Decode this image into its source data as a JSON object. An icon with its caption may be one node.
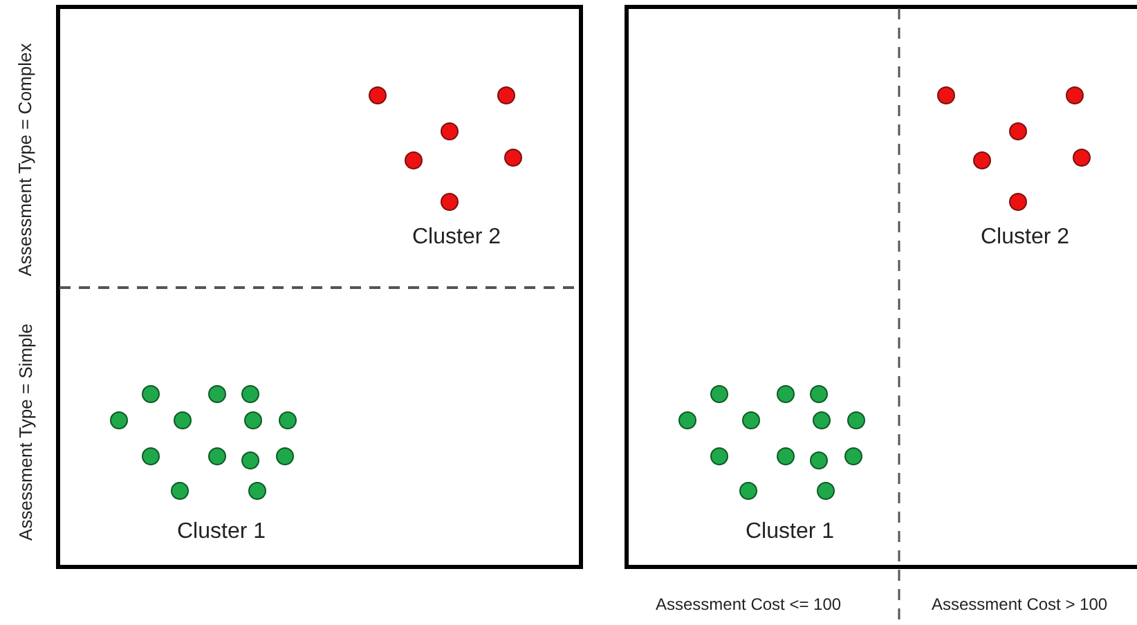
{
  "diagram": {
    "labels": [
      "Assessment Type = Complex",
      "Cluster 2",
      "Assessment Type = Simple",
      "Cluster 1",
      "Cluster 2",
      "Cluster 1",
      "Assessment Cost <= 100",
      "Assessment Cost > 100"
    ]
  }
}
